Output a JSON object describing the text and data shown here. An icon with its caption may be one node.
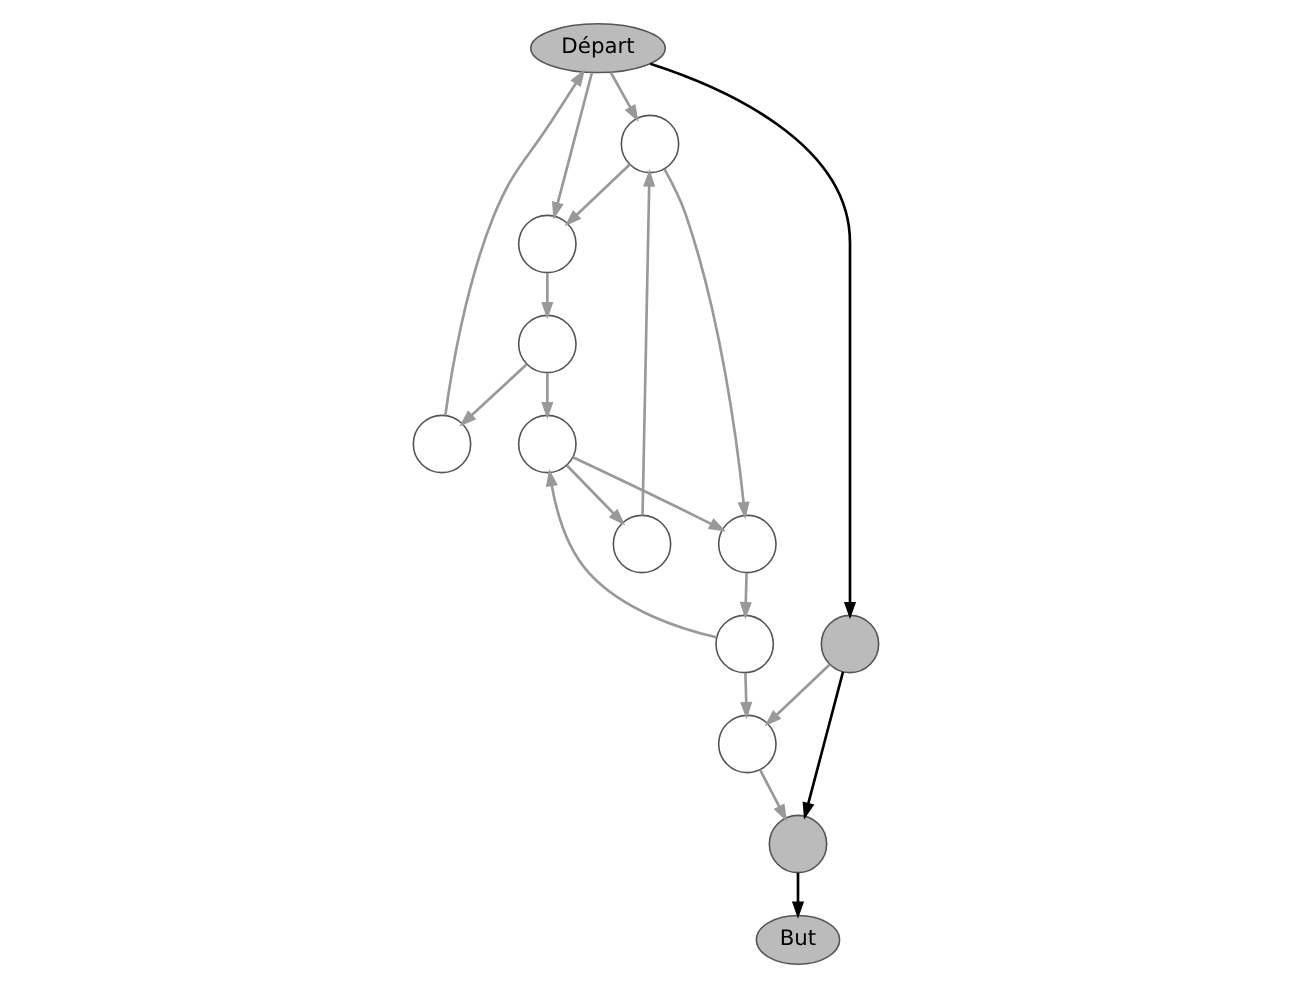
{
  "diagram": {
    "nodes": [
      {
        "text": [
          "Départ"
        ]
      },
      {
        "text": [],
        "shape": "circle"
      },
      {
        "text": [],
        "shape": "circle"
      },
      {
        "text": [],
        "shape": "circle"
      },
      {
        "text": [],
        "shape": "circle"
      },
      {
        "text": [],
        "shape": "circle"
      },
      {
        "text": [],
        "shape": "circle"
      },
      {
        "text": [],
        "shape": "circle"
      },
      {
        "text": [],
        "shape": "circle"
      },
      {
        "text": [],
        "shape": "circle"
      },
      {
        "text": [],
        "shape": "circle"
      },
      {
        "text": [],
        "shape": "circle"
      },
      {
        "text": [
          "But"
        ]
      }
    ],
    "edges": [
      {
        "from": 0,
        "to": 1,
        "arrow": "to"
      },
      {
        "from": 1,
        "to": 3,
        "arrow": "to"
      },
      {
        "from": 0,
        "to": 3,
        "arrow": "to"
      },
      {
        "from": 2,
        "to": 0,
        "arrow": "to"
      },
      {
        "from": 3,
        "to": 7,
        "arrow": "to"
      },
      {
        "from": 7,
        "to": 2,
        "arrow": "to"
      },
      {
        "from": 7,
        "to": 6,
        "arrow": "to"
      },
      {
        "from": 6,
        "to": 4,
        "arrow": "to"
      },
      {
        "from": 4,
        "to": 1,
        "arrow": "to"
      },
      {
        "from": 6,
        "to": 5,
        "arrow": "to"
      },
      {
        "from": 1,
        "to": 5,
        "arrow": "to"
      },
      {
        "from": 5,
        "to": 9,
        "arrow": "to"
      },
      {
        "from": 9,
        "to": 6,
        "arrow": "to"
      },
      {
        "from": 9,
        "to": 10,
        "arrow": "to"
      },
      {
        "from": 8,
        "to": 10,
        "arrow": "to"
      },
      {
        "from": 10,
        "to": 11,
        "arrow": "to"
      },
      {
        "from": 0,
        "to": 8,
        "arrow": "to",
        "color": "#000000"
      },
      {
        "from": 8,
        "to": 11,
        "arrow": "to",
        "color": "#000000"
      },
      {
        "from": 11,
        "to": 12,
        "arrow": "to",
        "color": "#000000"
      }
    ]
  }
}
